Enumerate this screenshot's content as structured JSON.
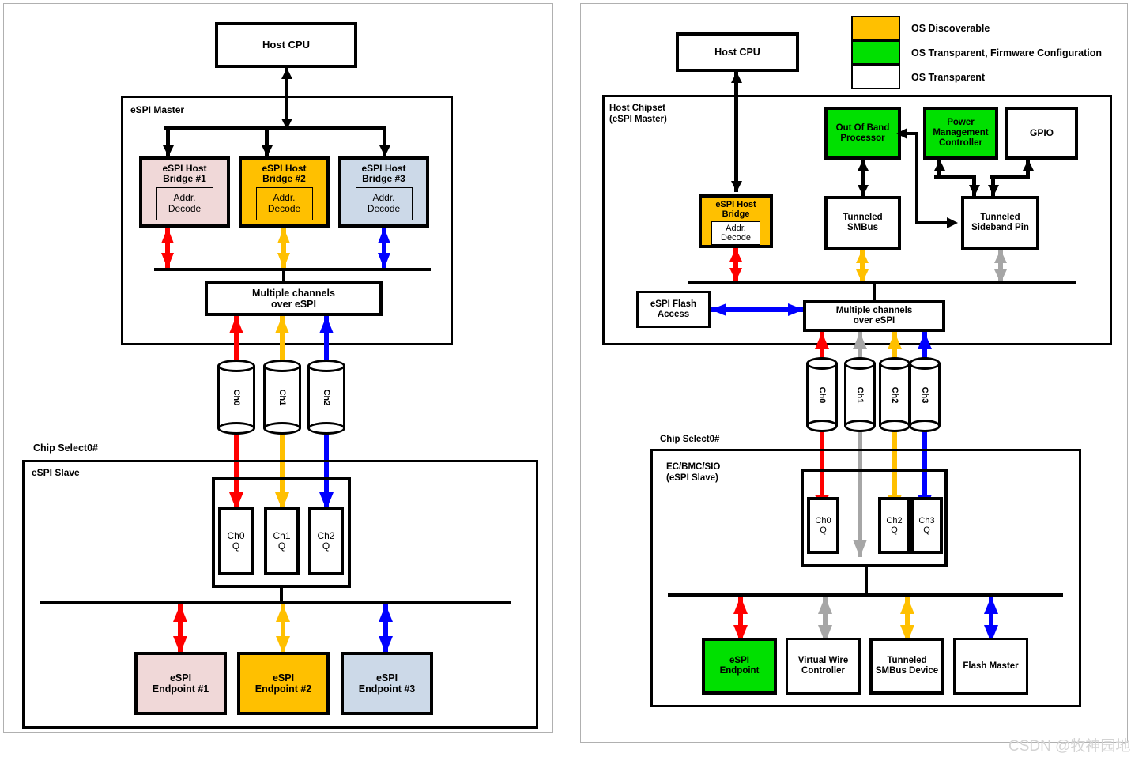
{
  "colors": {
    "red": "#ff0000",
    "orange": "#ffc000",
    "blue": "#0000ff",
    "gray": "#a6a6a6",
    "green": "#00e000",
    "pink": "#f0d8d8",
    "lightblue": "#ccd9e8",
    "black": "#000000",
    "white": "#ffffff"
  },
  "left_panel": {
    "host_cpu": "Host CPU",
    "master_label": "eSPI Master",
    "bridges": [
      {
        "title": "eSPI Host\nBridge #1",
        "sub": "Addr.\nDecode",
        "fill": "#f0d8d8",
        "arrow": "#ff0000"
      },
      {
        "title": "eSPI Host\nBridge #2",
        "sub": "Addr.\nDecode",
        "fill": "#ffc000",
        "arrow": "#ffc000"
      },
      {
        "title": "eSPI Host\nBridge #3",
        "sub": "Addr.\nDecode",
        "fill": "#ccd9e8",
        "arrow": "#0000ff"
      }
    ],
    "multi_channel": "Multiple channels\nover eSPI",
    "cylinders": [
      {
        "label": "Ch0",
        "color": "#ff0000"
      },
      {
        "label": "Ch1",
        "color": "#ffc000"
      },
      {
        "label": "Ch2",
        "color": "#0000ff"
      }
    ],
    "chip_select": "Chip Select0#",
    "slave_label": "eSPI Slave",
    "queues": [
      {
        "label": "Ch0\nQ",
        "arrow": "#ff0000"
      },
      {
        "label": "Ch1\nQ",
        "arrow": "#ffc000"
      },
      {
        "label": "Ch2\nQ",
        "arrow": "#0000ff"
      }
    ],
    "endpoints": [
      {
        "label": "eSPI\nEndpoint #1",
        "fill": "#f0d8d8",
        "arrow": "#ff0000"
      },
      {
        "label": "eSPI\nEndpoint #2",
        "fill": "#ffc000",
        "arrow": "#ffc000"
      },
      {
        "label": "eSPI\nEndpoint #3",
        "fill": "#ccd9e8",
        "arrow": "#0000ff"
      }
    ]
  },
  "right_panel": {
    "legend": [
      {
        "label": "OS Discoverable",
        "fill": "#ffc000"
      },
      {
        "label": "OS Transparent, Firmware Configuration",
        "fill": "#00e000"
      },
      {
        "label": "OS Transparent",
        "fill": "#ffffff"
      }
    ],
    "host_cpu": "Host CPU",
    "chipset_label": "Host Chipset\n(eSPI Master)",
    "oob_processor": "Out Of Band\nProcessor",
    "power_mgmt": "Power\nManagement\nController",
    "gpio": "GPIO",
    "host_bridge": {
      "title": "eSPI Host\nBridge",
      "sub": "Addr.\nDecode"
    },
    "tunneled_smbus": "Tunneled\nSMBus",
    "tunneled_sideband": "Tunneled\nSideband Pin",
    "flash_access": "eSPI Flash\nAccess",
    "multi_channel": "Multiple channels\nover eSPI",
    "cylinders": [
      {
        "label": "Ch0",
        "color": "#ff0000"
      },
      {
        "label": "Ch1",
        "color": "#a6a6a6"
      },
      {
        "label": "Ch2",
        "color": "#ffc000"
      },
      {
        "label": "Ch3",
        "color": "#0000ff"
      }
    ],
    "chip_select": "Chip Select0#",
    "slave_label": "EC/BMC/SIO\n(eSPI Slave)",
    "queues": [
      {
        "label": "Ch0\nQ",
        "arrow": "#ff0000"
      },
      {
        "label": "Ch2\nQ",
        "arrow": "#ffc000"
      },
      {
        "label": "Ch3\nQ",
        "arrow": "#0000ff"
      }
    ],
    "devices": [
      {
        "label": "eSPI\nEndpoint",
        "fill": "#00e000",
        "arrow": "#ff0000"
      },
      {
        "label": "Virtual Wire\nController",
        "fill": "#ffffff",
        "arrow": "#a6a6a6"
      },
      {
        "label": "Tunneled\nSMBus Device",
        "fill": "#ffffff",
        "arrow": "#ffc000"
      },
      {
        "label": "Flash Master",
        "fill": "#ffffff",
        "arrow": "#0000ff"
      }
    ]
  },
  "watermark": "CSDN @牧神园地"
}
